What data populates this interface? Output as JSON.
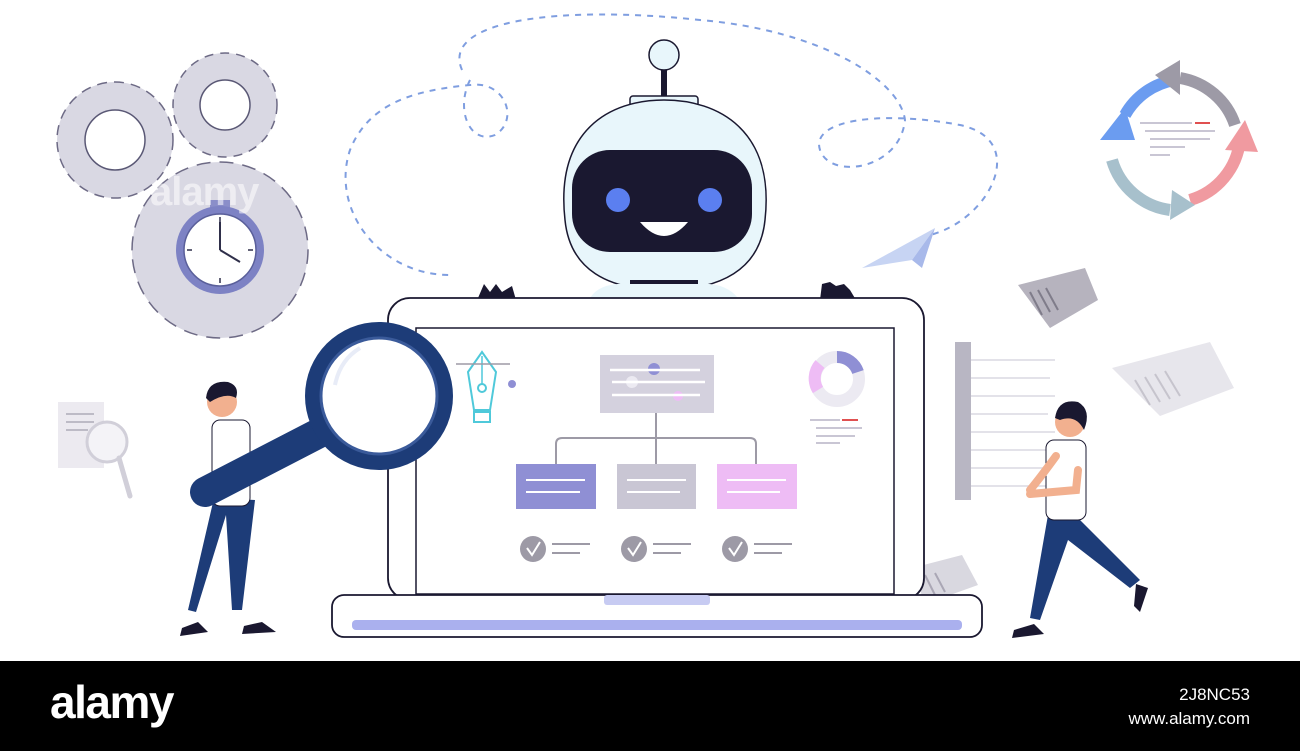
{
  "watermark": {
    "text": "alamy",
    "stock_id": "2J8NC53",
    "url": "www.alamy.com"
  },
  "colors": {
    "robot_dark": "#1a1830",
    "robot_eye": "#5b7ff0",
    "robot_head": "#e8f6fb",
    "gear": "#d9d8e3",
    "navy": "#1d3c78",
    "lavender": "#8f8fd4",
    "pink": "#eebcf5",
    "gray_box": "#c9c6d4",
    "check_gray": "#8b8b8b",
    "cycle_blue": "#6b9cf0",
    "cycle_gray": "#9d9aa6",
    "cycle_pink": "#f09aa0",
    "cycle_teal": "#a7c0cc"
  },
  "icons": [
    "gear-icon",
    "stopwatch-icon",
    "robot-icon",
    "laptop-icon",
    "magnifier-icon",
    "pen-tool-icon",
    "donut-chart-icon",
    "flowchart-icon",
    "checkmark-icon",
    "cycle-arrows-icon",
    "paper-plane-icon",
    "document-search-icon",
    "document-stack-icon"
  ]
}
